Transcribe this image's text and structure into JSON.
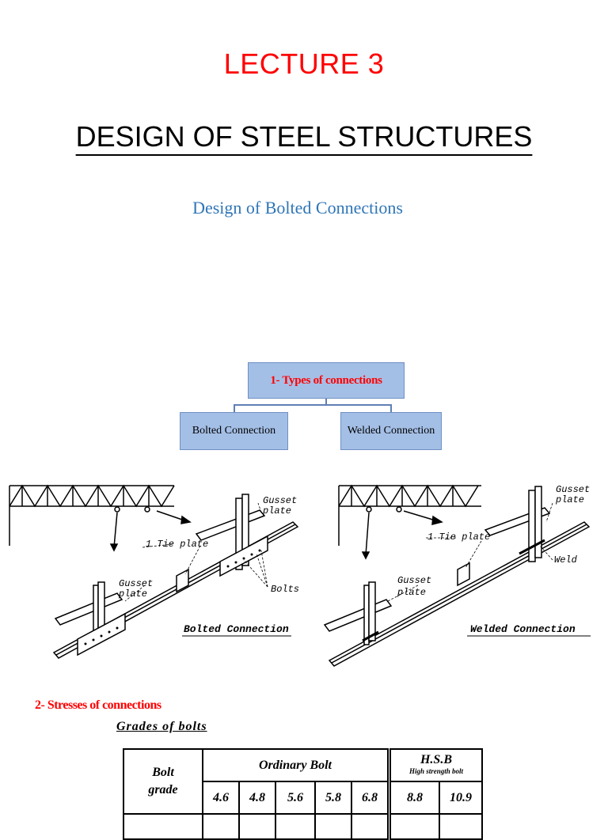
{
  "header": {
    "lecture": "LECTURE 3",
    "title": "DESIGN OF STEEL STRUCTURES",
    "subtitle": "Design of Bolted Connections"
  },
  "org_chart": {
    "root": "1- Types of connections",
    "children": [
      "Bolted Connection",
      "Welded Connection"
    ]
  },
  "figures": {
    "left": {
      "gusset_top": [
        "Gusset",
        "plate"
      ],
      "tie_plate": "1 Tie plate",
      "gusset_bottom": [
        "Gusset",
        "plate"
      ],
      "bolts": "Bolts",
      "caption": "Bolted Connection"
    },
    "right": {
      "gusset_top": [
        "Gusset",
        "plate"
      ],
      "tie_plate": "1 Tie plate",
      "weld": "Weld",
      "gusset_bottom": [
        "Gusset",
        "plate"
      ],
      "caption": "Welded Connection"
    }
  },
  "section2": {
    "heading": "2- Stresses of connections",
    "table_title": "Grades of bolts",
    "table": {
      "row_header": [
        "Bolt",
        "grade"
      ],
      "ordinary_label": "Ordinary Bolt",
      "hsb_label": "H.S.B",
      "hsb_sub": "High strength bolt",
      "ordinary_grades": [
        "4.6",
        "4.8",
        "5.6",
        "5.8",
        "6.8"
      ],
      "hsb_grades": [
        "8.8",
        "10.9"
      ]
    }
  }
}
